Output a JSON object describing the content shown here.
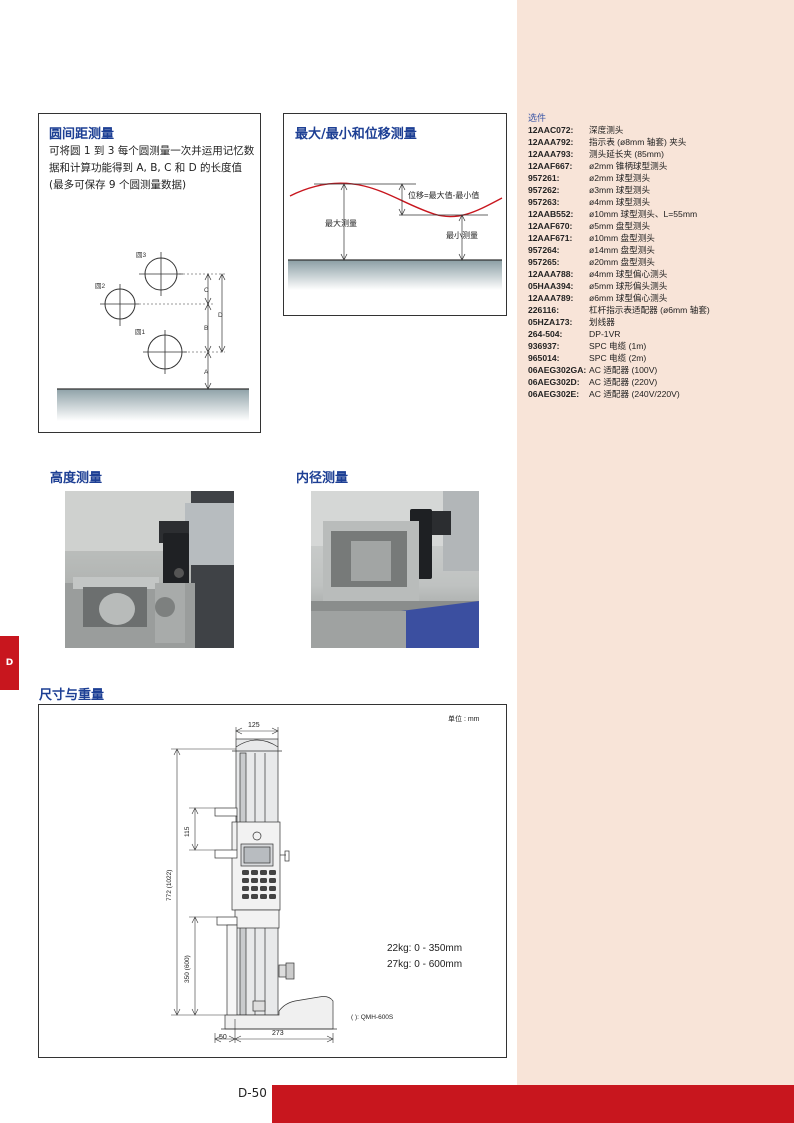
{
  "options": {
    "title": "选件",
    "items": [
      {
        "code": "12AAC072:",
        "desc": "深度测头"
      },
      {
        "code": "12AAA792:",
        "desc": "指示表 (ø8mm 轴套) 夹头"
      },
      {
        "code": "12AAA793:",
        "desc": "测头延长夹 (85mm)"
      },
      {
        "code": "12AAF667:",
        "desc": "ø2mm 锥柄球型测头"
      },
      {
        "code": "957261:",
        "desc": "ø2mm 球型测头"
      },
      {
        "code": "957262:",
        "desc": "ø3mm 球型测头"
      },
      {
        "code": "957263:",
        "desc": "ø4mm 球型测头"
      },
      {
        "code": "12AAB552:",
        "desc": "ø10mm 球型测头、L=55mm"
      },
      {
        "code": "12AAF670:",
        "desc": "ø5mm 盘型测头"
      },
      {
        "code": "12AAF671:",
        "desc": "ø10mm 盘型测头"
      },
      {
        "code": "957264:",
        "desc": "ø14mm 盘型测头"
      },
      {
        "code": "957265:",
        "desc": "ø20mm 盘型测头"
      },
      {
        "code": "12AAA788:",
        "desc": "ø4mm 球型偏心测头"
      },
      {
        "code": "05HAA394:",
        "desc": "ø5mm 球形偏头测头"
      },
      {
        "code": "12AAA789:",
        "desc": "ø6mm 球型偏心测头"
      },
      {
        "code": "226116:",
        "desc": "杠杆指示表适配器 (ø6mm 轴套)"
      },
      {
        "code": "05HZA173:",
        "desc": "划线器"
      },
      {
        "code": "264-504:",
        "desc": "DP-1VR"
      },
      {
        "code": "936937:",
        "desc": "SPC 电缆 (1m)"
      },
      {
        "code": "965014:",
        "desc": "SPC 电缆 (2m)"
      },
      {
        "code": "06AEG302GA:",
        "desc": "AC 适配器 (100V)"
      },
      {
        "code": "06AEG302D:",
        "desc": "AC 适配器 (220V)"
      },
      {
        "code": "06AEG302E:",
        "desc": "AC 适配器 (240V/220V)"
      }
    ]
  },
  "circle_box": {
    "title": "圆间距测量",
    "text": "可将圆 1 到 3 每个圆测量一次并运用记忆数据和计算功能得到 A, B, C 和 D 的长度值 (最多可保存 9 个圆测量数据)",
    "labels": {
      "c1": "圆1",
      "c2": "圆2",
      "c3": "圆3",
      "a": "A",
      "b": "B",
      "c": "C",
      "d": "D"
    }
  },
  "maxmin_box": {
    "title": "最大/最小和位移测量",
    "disp": "位移=最大值-最小值",
    "max": "最大测量",
    "min": "最小测量"
  },
  "height": {
    "title": "高度测量"
  },
  "inner": {
    "title": "内径测量"
  },
  "dimensions": {
    "title": "尺寸与重量",
    "unit": "单位 : mm",
    "d125": "125",
    "d115": "115",
    "d772": "772 (1022)",
    "d350": "350 (600)",
    "d50": "50",
    "d273": "273",
    "weight1": "22kg: 0 - 350mm",
    "weight2": "27kg: 0 - 600mm",
    "note": "( ): QMH-600S"
  },
  "tab": "D",
  "page": "D-50",
  "colors": {
    "accent_red": "#c8161e",
    "title_blue": "#1d3f94",
    "sidebar": "#f8e4d8"
  }
}
